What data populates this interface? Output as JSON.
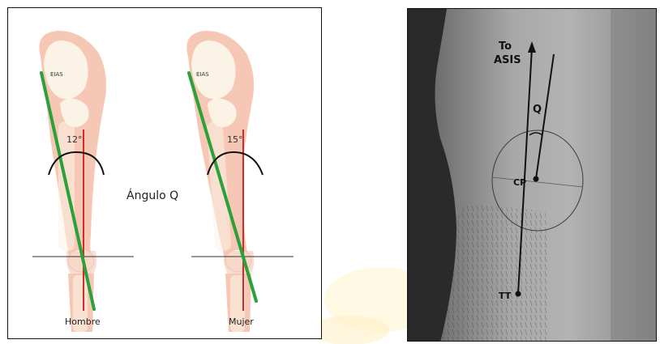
{
  "left_figure": {
    "title": "Ángulo Q",
    "eias_label": "EIAS",
    "male": {
      "caption": "Hombre",
      "angle": "12°"
    },
    "female": {
      "caption": "Mujer",
      "angle": "15°"
    }
  },
  "right_photo": {
    "arrow_label_line1": "To",
    "arrow_label_line2": "ASIS",
    "angle_label": "Q",
    "patella_point": "CP",
    "tibial_point": "TT"
  },
  "colors": {
    "bone_pink": "#f6c7b4",
    "bone_cream": "#fbf3e6",
    "q_line": "#2aa13a",
    "vertical": "#d22b2b"
  }
}
